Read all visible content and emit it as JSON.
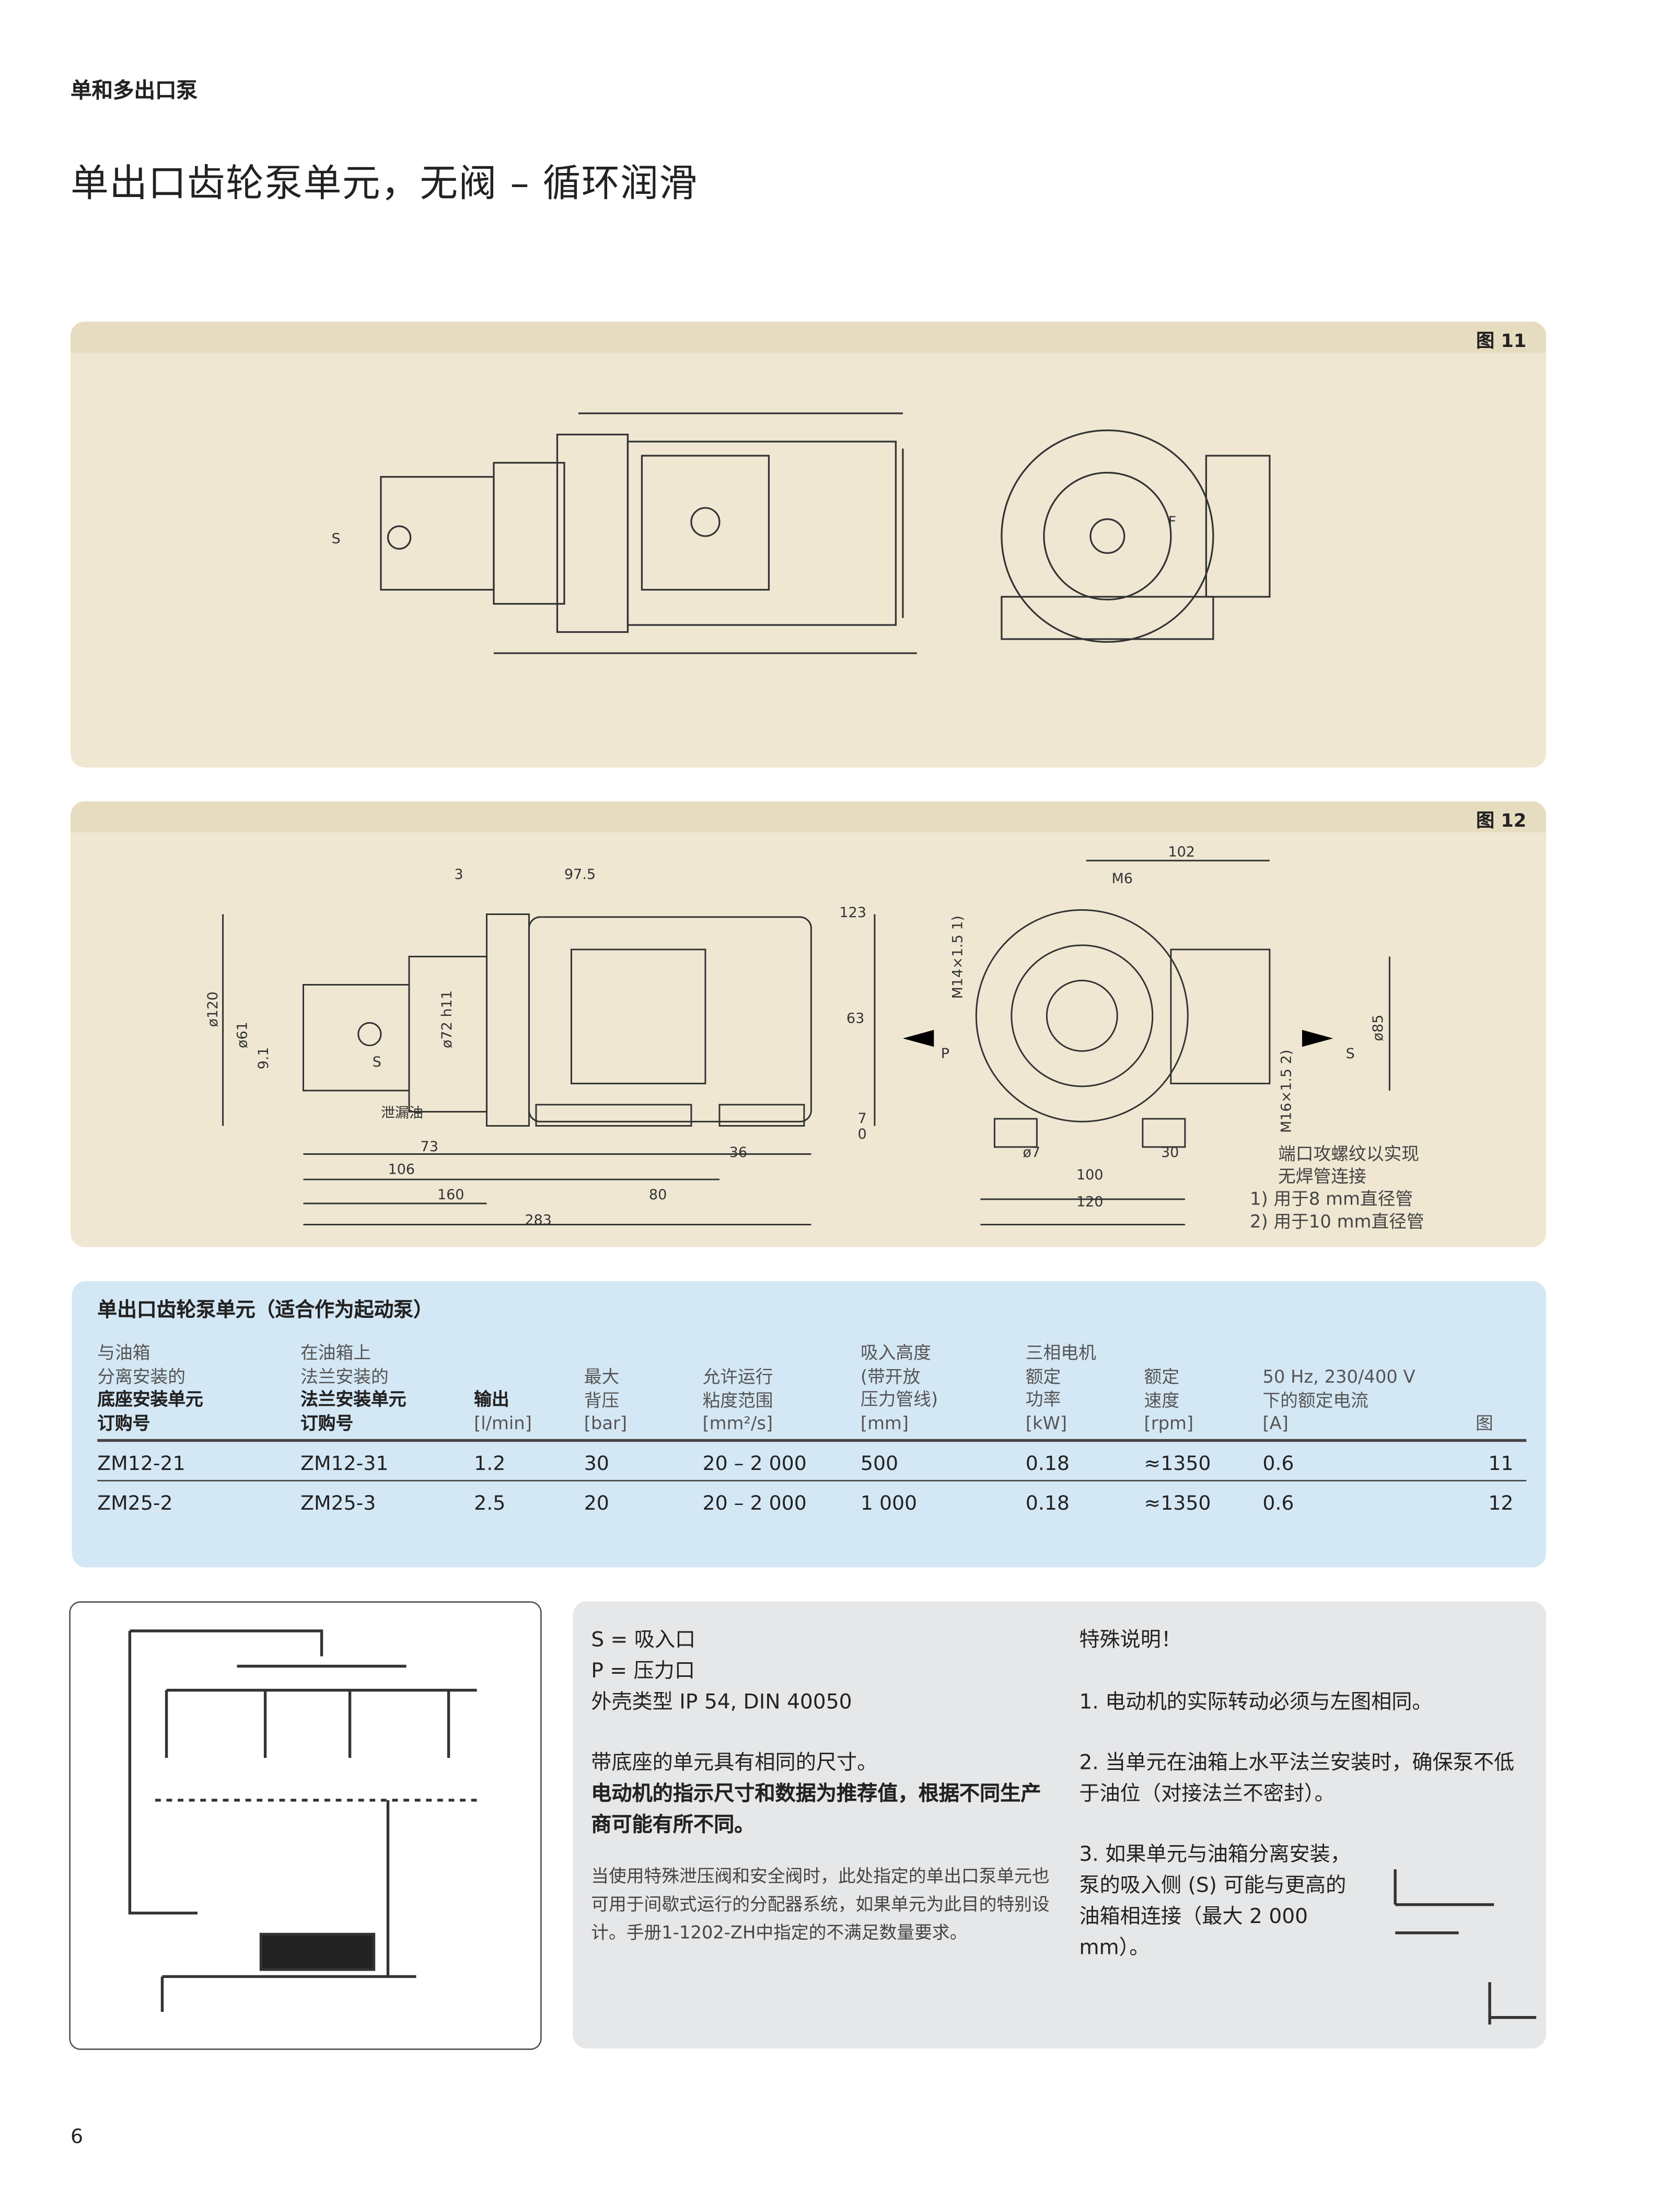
{
  "header": {
    "section": "单和多出口泵",
    "title": "单出口齿轮泵单元，无阀 – 循环润滑"
  },
  "fig11": {
    "label": "图 11",
    "s_label": "S",
    "f_label": "F"
  },
  "fig12": {
    "label": "图 12",
    "dims": {
      "d3": "3",
      "d97_5": "97.5",
      "d120": "ø120",
      "d61": "ø61",
      "d9_1": "9.1",
      "d72": "ø72 h11",
      "s": "S",
      "leak": "泄漏油",
      "d73": "73",
      "d106": "106",
      "d160": "160",
      "d283": "283",
      "d36": "36",
      "d80": "80",
      "d102": "102",
      "m6": "M6",
      "d123": "123",
      "d63": "63",
      "d7": "7",
      "d0": "0",
      "m14": "M14×1.5 1)",
      "p": "P",
      "s2": "S",
      "d85": "ø85",
      "m16": "M16×1.5 2)",
      "phi7": "ø7",
      "d30": "30",
      "d100": "100",
      "d120b": "120"
    },
    "notes": [
      "端口攻螺纹以实现",
      "无焊管连接",
      "1) 用于8 mm直径管",
      "2) 用于10 mm直径管"
    ]
  },
  "table": {
    "title": "单出口齿轮泵单元（适合作为起动泵）",
    "headers": [
      {
        "lines": [
          "与油箱",
          "分离安装的"
        ],
        "bold": [
          "底座安装单元",
          "订购号"
        ]
      },
      {
        "lines": [
          "在油箱上",
          "法兰安装的"
        ],
        "bold": [
          "法兰安装单元",
          "订购号"
        ]
      },
      {
        "lines": [],
        "bold": [
          "输出"
        ],
        "unit": "[l/min]"
      },
      {
        "lines": [
          "最大",
          "背压"
        ],
        "unit": "[bar]"
      },
      {
        "lines": [
          "允许运行",
          "粘度范围"
        ],
        "unit": "[mm²/s]"
      },
      {
        "lines": [
          "吸入高度",
          "(带开放",
          "压力管线)"
        ],
        "unit": "[mm]"
      },
      {
        "lines": [
          "三相电机",
          "额定",
          "功率"
        ],
        "unit": "[kW]"
      },
      {
        "lines": [
          "额定",
          "速度"
        ],
        "unit": "[rpm]"
      },
      {
        "lines": [
          "50 Hz, 230/400 V",
          "下的额定电流"
        ],
        "unit": "[A]"
      },
      {
        "lines": [],
        "unit": "图"
      }
    ],
    "rows": [
      [
        "ZM12-21",
        "ZM12-31",
        "1.2",
        "30",
        "20 – 2 000",
        "500",
        "0.18",
        "≈1350",
        "0.6",
        "11"
      ],
      [
        "ZM25-2",
        "ZM25-3",
        "2.5",
        "20",
        "20 – 2 000",
        "1 000",
        "0.18",
        "≈1350",
        "0.6",
        "12"
      ]
    ]
  },
  "notes": {
    "s": "S = 吸入口",
    "p": "P = 压力口",
    "housing": "外壳类型 IP 54, DIN 40050",
    "same": "带底座的单元具有相同的尺寸。",
    "bold": "电动机的指示尺寸和数据为推荐值，根据不同生产商可能有所不同。",
    "small": "当使用特殊泄压阀和安全阀时，此处指定的单出口泵单元也可用于间歇式运行的分配器系统，如果单元为此目的特别设计。手册1-1202-ZH中指定的不满足数量要求。",
    "special_title": "特殊说明！",
    "items": [
      "1. 电动机的实际转动必须与左图相同。",
      "2. 当单元在油箱上水平法兰安装时，确保泵不低于油位（对接法兰不密封）。",
      "3. 如果单元与油箱分离安装，泵的吸入侧 (S) 可能与更高的油箱相连接（最大 2 000 mm）。"
    ]
  },
  "page_number": "6",
  "colors": {
    "panel": "#efe7d2",
    "table": "#d4e7f5",
    "notes": "#e6e7e8"
  }
}
